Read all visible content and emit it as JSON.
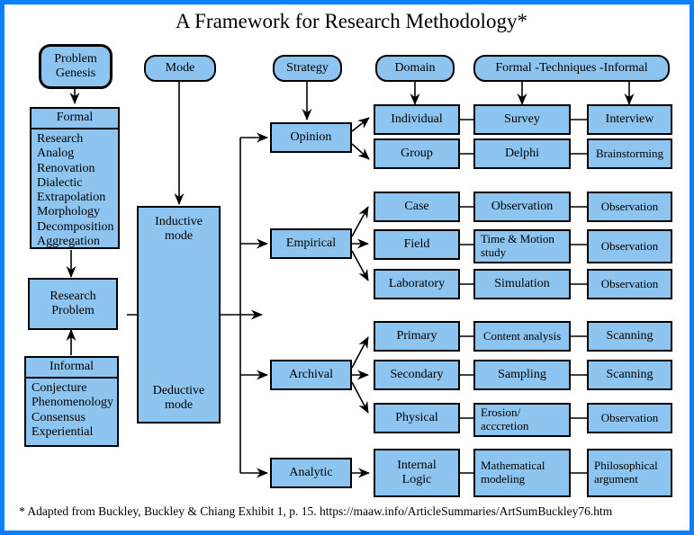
{
  "page": {
    "title": "A Framework for Research Methodology*",
    "footer": "* Adapted from Buckley, Buckley & Chiang Exhibit 1, p. 15.  https://maaw.info/ArticleSummaries/ArtSumBuckley76.htm",
    "border_color": "#0c80fc",
    "node_fill": "#8ec5f0",
    "node_stroke": "#000000",
    "background": "#ffffff"
  },
  "headers": {
    "problem_genesis": "Problem\nGenesis",
    "problem_genesis_line1": "Problem",
    "problem_genesis_line2": "Genesis",
    "mode": "Mode",
    "strategy": "Strategy",
    "domain": "Domain",
    "techniques": "Formal -Techniques -Informal"
  },
  "genesis": {
    "formal": {
      "head": "Formal",
      "items": [
        "Research",
        "Analog",
        "Renovation",
        "Dialectic",
        "Extrapolation",
        "Morphology",
        "Decomposition",
        "Aggregation"
      ]
    },
    "research_problem_line1": "Research",
    "research_problem_line2": "Problem",
    "informal": {
      "head": "Informal",
      "items": [
        "Conjecture",
        "Phenomenology",
        "Consensus",
        "Experiential"
      ]
    }
  },
  "mode_box": {
    "inductive_line1": "Inductive",
    "inductive_line2": "mode",
    "deductive_line1": "Deductive",
    "deductive_line2": "mode"
  },
  "rows": [
    {
      "strategy": "Opinion",
      "branches": [
        {
          "domain": "Individual",
          "formal_technique": "Survey",
          "informal_technique": "Interview"
        },
        {
          "domain": "Group",
          "formal_technique": "Delphi",
          "informal_technique": "Brainstorming"
        }
      ]
    },
    {
      "strategy": "Empirical",
      "branches": [
        {
          "domain": "Case",
          "formal_technique": "Observation",
          "informal_technique": "Observation"
        },
        {
          "domain": "Field",
          "formal_technique": "Time & Motion\nstudy",
          "formal_technique_line1": "Time & Motion",
          "formal_technique_line2": "study",
          "informal_technique": "Observation"
        },
        {
          "domain": "Laboratory",
          "formal_technique": "Simulation",
          "informal_technique": "Observation"
        }
      ]
    },
    {
      "strategy": "Archival",
      "branches": [
        {
          "domain": "Primary",
          "formal_technique": "Content analysis",
          "informal_technique": "Scanning"
        },
        {
          "domain": "Secondary",
          "formal_technique": "Sampling",
          "informal_technique": "Scanning"
        },
        {
          "domain": "Physical",
          "formal_technique": "Erosion/\nacccretion",
          "formal_technique_line1": "Erosion/",
          "formal_technique_line2": "acccretion",
          "informal_technique": "Observation"
        }
      ]
    },
    {
      "strategy": "Analytic",
      "branches": [
        {
          "domain": "Internal\nLogic",
          "domain_line1": "Internal",
          "domain_line2": "Logic",
          "formal_technique": "Mathematical\nmodeling",
          "formal_technique_line1": "Mathematical",
          "formal_technique_line2": "modeling",
          "informal_technique": "Philosophical\nargument",
          "informal_technique_line1": "Philosophical",
          "informal_technique_line2": "argument"
        }
      ]
    }
  ],
  "cells": {
    "r0b0_domain": "Individual",
    "r0b0_formal": "Survey",
    "r0b0_informal": "Interview",
    "r0b1_domain": "Group",
    "r0b1_formal": "Delphi",
    "r0b1_informal": "Brainstorming",
    "r1b0_domain": "Case",
    "r1b0_formal": "Observation",
    "r1b0_informal": "Observation",
    "r1b1_domain": "Field",
    "r1b1_formal_l1": "Time & Motion",
    "r1b1_formal_l2": "study",
    "r1b1_informal": "Observation",
    "r1b2_domain": "Laboratory",
    "r1b2_formal": "Simulation",
    "r1b2_informal": "Observation",
    "r2b0_domain": "Primary",
    "r2b0_formal": "Content analysis",
    "r2b0_informal": "Scanning",
    "r2b1_domain": "Secondary",
    "r2b1_formal": "Sampling",
    "r2b1_informal": "Scanning",
    "r2b2_domain": "Physical",
    "r2b2_formal_l1": "Erosion/",
    "r2b2_formal_l2": "acccretion",
    "r2b2_informal": "Observation",
    "r3b0_domain_l1": "Internal",
    "r3b0_domain_l2": "Logic",
    "r3b0_formal_l1": "Mathematical",
    "r3b0_formal_l2": "modeling",
    "r3b0_informal_l1": "Philosophical",
    "r3b0_informal_l2": "argument",
    "strategy_opinion": "Opinion",
    "strategy_empirical": "Empirical",
    "strategy_archival": "Archival",
    "strategy_analytic": "Analytic"
  }
}
